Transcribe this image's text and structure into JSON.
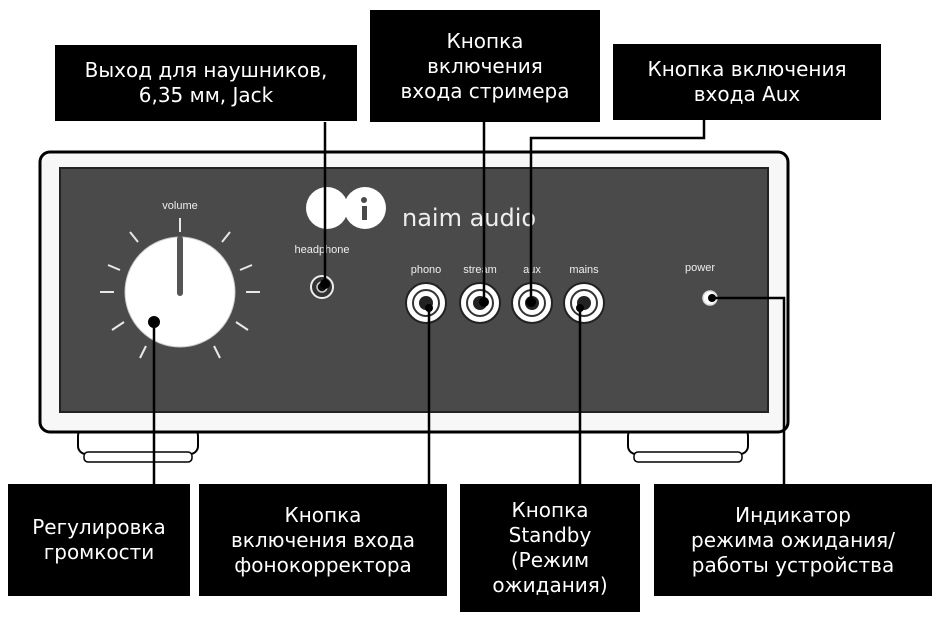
{
  "callouts": {
    "headphone_output": "Выход для наушников,\n6,35 мм, Jack",
    "stream_button": "Кнопка\nвключения\nвхода стримера",
    "aux_button": "Кнопка включения\nвхода Aux",
    "volume": "Регулировка\nгромкости",
    "phono_button": "Кнопка\nвключения входа\nфонокорректора",
    "standby_button": "Кнопка\nStandby\n(Режим\nожидания)",
    "power_indicator": "Индикатор\nрежима ожидания/\nработы устройства"
  },
  "panel": {
    "brand": "naim audio",
    "volume_label": "volume",
    "headphone_label": "headphone",
    "phono_label": "phono",
    "stream_label": "stream",
    "aux_label": "aux",
    "mains_label": "mains",
    "power_label": "power"
  },
  "colors": {
    "panel": "#4a4a4a",
    "callout_bg": "#000000",
    "callout_text": "#ffffff"
  }
}
